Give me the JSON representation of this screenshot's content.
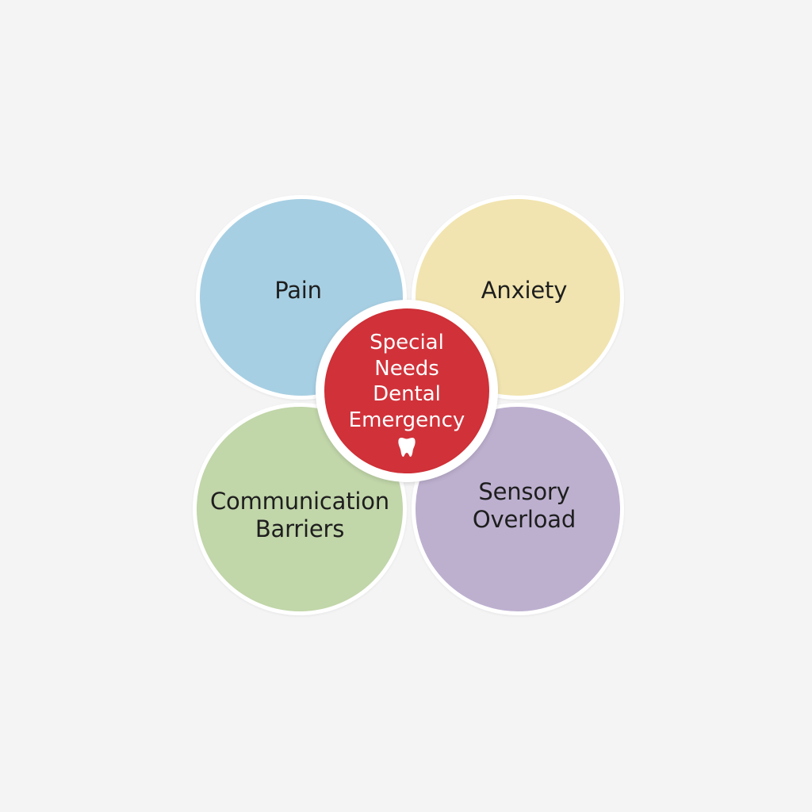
{
  "diagram": {
    "nodes": [
      {
        "id": "pain",
        "label_lines": [
          "Pain"
        ],
        "color": "#a7cfe3"
      },
      {
        "id": "anxiety",
        "label_lines": [
          "Anxiety"
        ],
        "color": "#f1e4b0"
      },
      {
        "id": "communication",
        "label_lines": [
          "Communication",
          "Barriers"
        ],
        "color": "#c1d6a9"
      },
      {
        "id": "sensory",
        "label_lines": [
          "Sensory",
          "Overload"
        ],
        "color": "#bdb0cf"
      }
    ],
    "center": {
      "label_lines": [
        "Special",
        "Needs",
        "Dental",
        "Emergency"
      ],
      "color": "#d1323a",
      "icon": "tooth-icon"
    }
  }
}
